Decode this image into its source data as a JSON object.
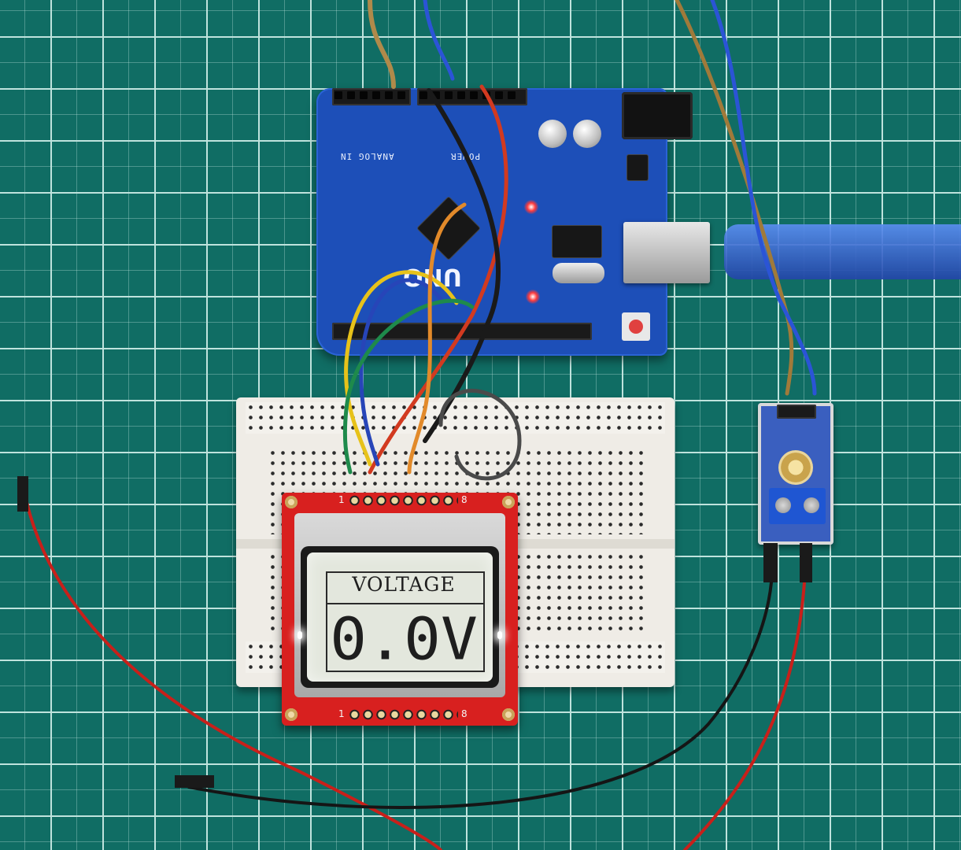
{
  "photo": {
    "description_items": [
      "arduino-board",
      "breadboard",
      "nokia-5110-lcd",
      "voltage-sensor-module",
      "jumper-wires"
    ]
  },
  "lcd": {
    "title": "VOLTAGE",
    "value": "0.0V",
    "pin_left": "1",
    "pin_right": "8",
    "bottom_pin_left": "1",
    "bottom_pin_right": "8"
  },
  "arduino": {
    "brand": "UNO",
    "analog_label": "ANALOG IN",
    "power_label": "POWER"
  },
  "colors": {
    "mat": "#106d64",
    "board": "#1d4fb8",
    "lcd_pcb": "#d8201f"
  }
}
